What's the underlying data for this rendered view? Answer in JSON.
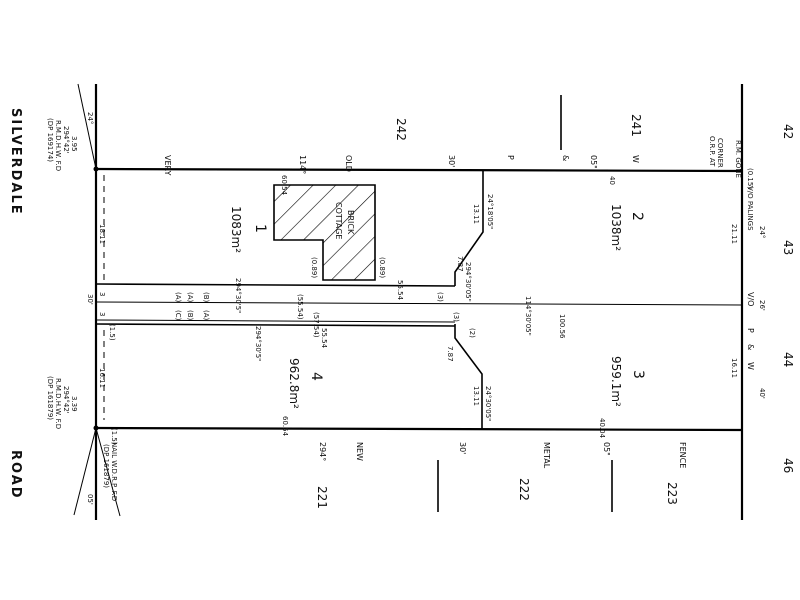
{
  "road": {
    "name_top": "SILVERDALE",
    "name_bottom": "ROAD"
  },
  "road_marks": {
    "rmdhw_top": "R.M.D.H.W. F.D",
    "rmdhw_top_code": "(DP 169174)",
    "rmdhw_top_bearing": "294°42'",
    "rmdhw_top_dist": "3.95",
    "rmdhw_bottom": "R.M.D.H.W. F.D",
    "rmdhw_bottom_code": "(DP 161879)",
    "rmdhw_bottom_bearing": "294°42'",
    "rmdhw_bottom_dist": "3.39",
    "nail_bottom": "NAIL W.D.R.P. F.D",
    "nail_bottom_code": "(DP 161879)",
    "angle_top": "24°",
    "angle_bottom": "05'",
    "road_angle": "30'"
  },
  "top_fence": {
    "words": [
      "VERY",
      "114°",
      "OLD",
      "30'",
      "P",
      "&",
      "05\"",
      "W"
    ],
    "dist_left": "60.54",
    "dist_right": "40",
    "corner_note_1": "O.R.P. AT",
    "corner_note_2": "CORNER",
    "corner_value": "(0.15)"
  },
  "bottom_fence": {
    "words": [
      "294°",
      "NEW",
      "30'",
      "METAL",
      "05\"",
      "FENCE"
    ],
    "dist_left": "60.54",
    "dist_right": "40.04",
    "left_value": "(1.5)"
  },
  "right_side": {
    "rm_note": "R.M. GONE",
    "palings": "V/O PALINGS",
    "angle_1": "24°",
    "words": [
      "V/O",
      "P",
      "&",
      "W"
    ],
    "angle_2": "26'",
    "angle_3": "40'",
    "dist_top": "21.11",
    "dist_bottom": "16.11"
  },
  "lots": [
    {
      "number": "1",
      "area": "1083m²"
    },
    {
      "number": "2",
      "area": "1038m²"
    },
    {
      "number": "3",
      "area": "959.1m²"
    },
    {
      "number": "4",
      "area": "962.8m²"
    }
  ],
  "cottage": {
    "line1": "BRICK",
    "line2": "COTTAGE",
    "off1": "(0.89)",
    "off2": "(0.89)"
  },
  "easement": {
    "line1_bearing": "294°30'5\"",
    "line1_dist": "55.54",
    "line2_dist": "(55.54)",
    "line3_dist": "(57.54)",
    "line3_bearing": "114°30'05\"",
    "line3_right": "100.56",
    "line4_bearing": "294°30'5\"",
    "line4_dist": "55.54",
    "labels_a": [
      "(A)",
      "(B)",
      "(C)",
      "(A)",
      "(B)",
      "(A)"
    ],
    "marks": [
      "3",
      "3",
      "(3)",
      "(3)",
      "(2)",
      "(1.5)"
    ],
    "lot_left_dist": "18.11",
    "lot4_left_dist": "16.11",
    "lot1_mid": "13.11",
    "lot4_mid": "13.11",
    "diag_top_bearing": "24°18'05\"",
    "diag_top_len": "7.87",
    "diag_mid": "294°30'05\"",
    "diag_bot_len": "7.87",
    "diag_bot_bearing": "24°30'05\""
  },
  "neighbours": {
    "top": [
      "242",
      "241"
    ],
    "right": [
      "42",
      "43",
      "44",
      "46"
    ],
    "bottom": [
      "221",
      "222",
      "223"
    ]
  }
}
